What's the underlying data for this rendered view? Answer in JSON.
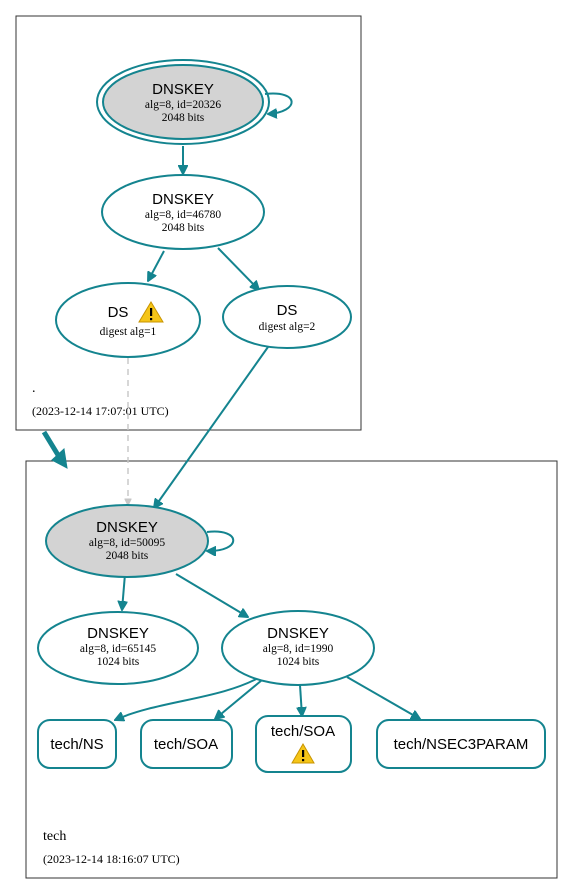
{
  "colors": {
    "edge": "#14848f",
    "key_signing_fill": "#d3d3d3",
    "node_fill": "#ffffff",
    "dashed_edge": "#c6c6c6",
    "warning_fill": "#f5c518"
  },
  "zones": [
    {
      "id": "root",
      "name": ".",
      "timestamp": "(2023-12-14 17:07:01 UTC)"
    },
    {
      "id": "tech",
      "name": "tech",
      "timestamp": "(2023-12-14 18:16:07 UTC)"
    }
  ],
  "nodes": {
    "root_ksk": {
      "title": "DNSKEY",
      "line1": "alg=8, id=20326",
      "line2": "2048 bits"
    },
    "root_zsk": {
      "title": "DNSKEY",
      "line1": "alg=8, id=46780",
      "line2": "2048 bits"
    },
    "ds1": {
      "title": "DS",
      "line1": "digest alg=1",
      "icon": "warning-icon"
    },
    "ds2": {
      "title": "DS",
      "line1": "digest alg=2"
    },
    "tech_ksk": {
      "title": "DNSKEY",
      "line1": "alg=8, id=50095",
      "line2": "2048 bits"
    },
    "tech_key65145": {
      "title": "DNSKEY",
      "line1": "alg=8, id=65145",
      "line2": "1024 bits"
    },
    "tech_zsk": {
      "title": "DNSKEY",
      "line1": "alg=8, id=1990",
      "line2": "1024 bits"
    },
    "rr_ns": {
      "label": "tech/NS"
    },
    "rr_soa": {
      "label": "tech/SOA"
    },
    "rr_soa_warn": {
      "label": "tech/SOA",
      "icon": "warning-icon"
    },
    "rr_nsec3param": {
      "label": "tech/NSEC3PARAM"
    }
  }
}
